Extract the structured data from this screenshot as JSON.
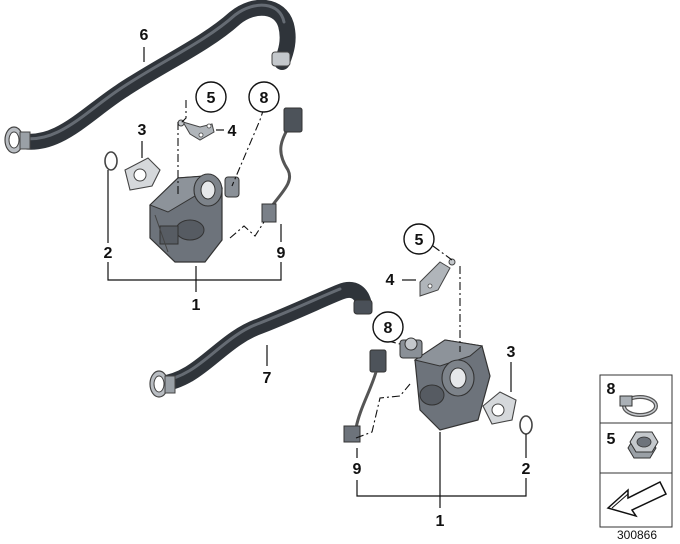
{
  "callouts_top": {
    "n1": "1",
    "n2": "2",
    "n3": "3",
    "n4": "4",
    "n5": "5",
    "n6": "6",
    "n8": "8",
    "n9": "9"
  },
  "callouts_bottom": {
    "n1": "1",
    "n2": "2",
    "n3": "3",
    "n4": "4",
    "n5": "5",
    "n7": "7",
    "n8": "8",
    "n9": "9"
  },
  "legend": {
    "items": [
      {
        "num": "8",
        "icon": "hose-clamp-icon"
      },
      {
        "num": "5",
        "icon": "hex-nut-icon"
      }
    ],
    "arrow_icon": "pointer-arrow-icon"
  },
  "diagram_number": "300866",
  "colors": {
    "hose": "#3a3f46",
    "hose_highlight": "#8a9099",
    "valve": "#6f757d",
    "line": "#111111"
  }
}
